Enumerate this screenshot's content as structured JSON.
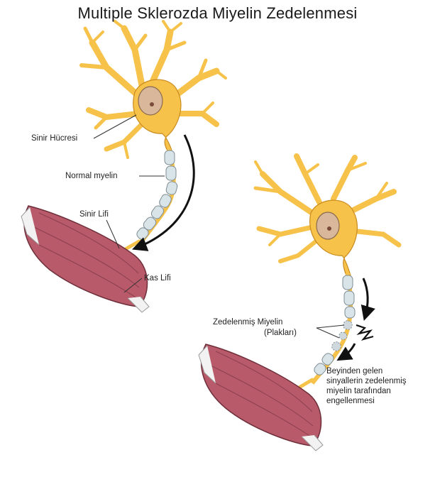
{
  "title": "Multiple Sklerozda Miyelin Zedelenmesi",
  "labels": {
    "nerve_cell": "Sinir Hücresi",
    "normal_myelin": "Normal myelin",
    "nerve_fiber": "Sinir Lifi",
    "muscle_fiber": "Kas Lifi",
    "damaged_myelin": "Zedelenmiş Miyelin",
    "plaques": "(Plakları)",
    "signal_block_line1": "Beyinden gelen",
    "signal_block_line2": "sinyallerin zedelenmiş",
    "signal_block_line3": "miyelin tarafından",
    "signal_block_line4": "engellenmesi"
  },
  "colors": {
    "neuron_fill": "#F6C24A",
    "neuron_stroke": "#C98A1E",
    "nucleus_fill": "#D9B79A",
    "nucleus_stroke": "#8A6A4E",
    "myelin_fill": "#D9E4E8",
    "myelin_stroke": "#7E8C93",
    "muscle_fill": "#B85A6A",
    "muscle_stroke": "#6E2F3A",
    "arrow": "#111111"
  }
}
